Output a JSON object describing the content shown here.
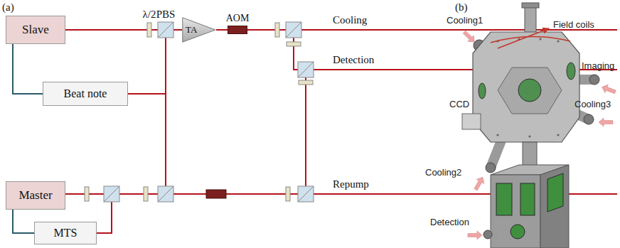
{
  "diagram": {
    "nodes": [
      {
        "text": [
          "Slave"
        ]
      },
      {
        "text": [
          "Beat note"
        ]
      },
      {
        "text": [
          "TA"
        ]
      },
      {
        "text": [
          "AOM"
        ]
      },
      {
        "text": [
          "Master"
        ]
      },
      {
        "text": [
          "MTS"
        ]
      }
    ],
    "edges": [
      {
        "from": 0,
        "to": 1,
        "arrow": "none"
      },
      {
        "from": 0,
        "to": 2,
        "arrow": "none"
      },
      {
        "from": 2,
        "to": 3,
        "arrow": "none"
      },
      {
        "from": 4,
        "to": 5,
        "arrow": "none"
      }
    ],
    "labels": [
      "(a)",
      "λ/2",
      "PBS",
      "Cooling",
      "Detection",
      "Repump",
      "(b)",
      "Cooling1",
      "Field coils",
      "CCD",
      "Imaging",
      "Cooling3",
      "Cooling2",
      "Detection"
    ]
  }
}
